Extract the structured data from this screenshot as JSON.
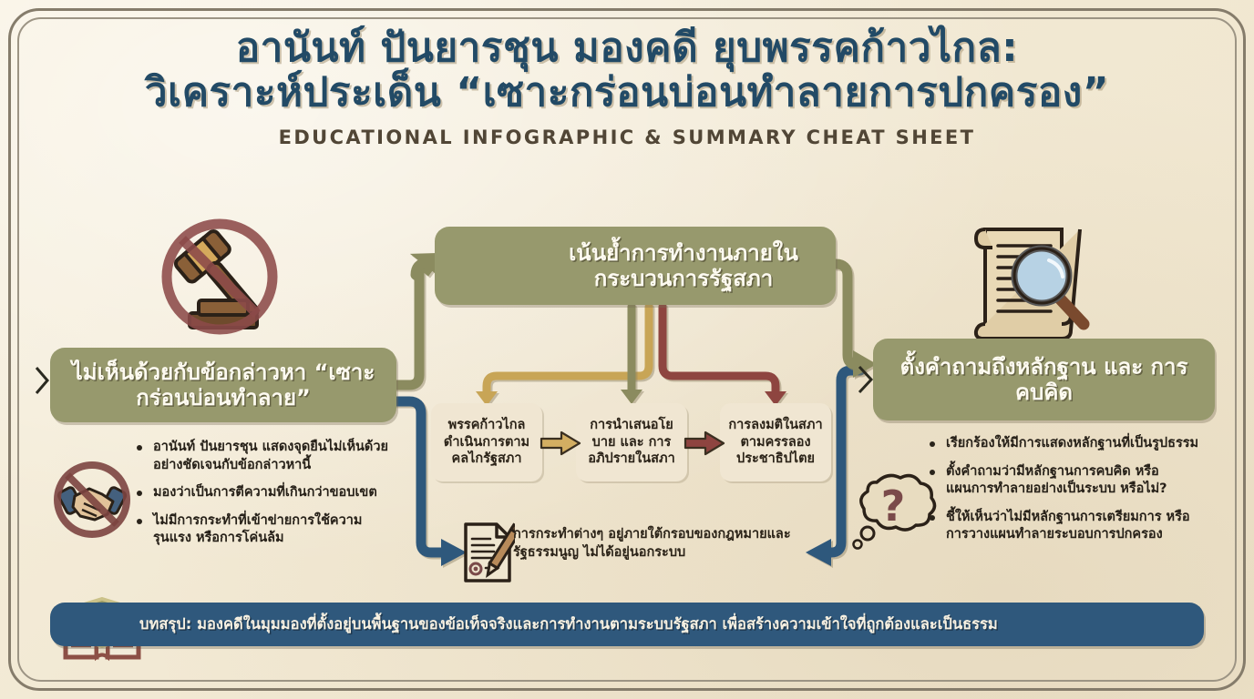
{
  "header": {
    "title_line1": "อานันท์ ปันยารชุน มองคดี ยุบพรรคก้าวไกล:",
    "title_line2": "วิเคราะห์ประเด็น “เซาะกร่อนบ่อนทำลายการปกครอง”",
    "subtitle": "EDUCATIONAL INFOGRAPHIC & SUMMARY CHEAT SHEET"
  },
  "left_panel": {
    "heading": "ไม่เห็นด้วยกับข้อกล่าวหา “เซาะกร่อนบ่อนทำลาย”",
    "bullets": [
      "อานันท์ ปันยารชุน แสดงจุดยืนไม่เห็นด้วยอย่างชัดเจนกับข้อกล่าวหานี้",
      "มองว่าเป็นการตีความที่เกินกว่าขอบเขต",
      "ไม่มีการกระทำที่เข้าข่ายการใช้ความรุนแรง หรือการโค่นล้ม"
    ]
  },
  "center_panel": {
    "heading": "เน้นย้ำการทำงานภายในกระบวนการรัฐสภา",
    "steps": [
      "พรรคก้าวไกลดำเนินการตามคลไกรัฐสภา",
      "การนำเสนอโยบาย และ การอภิปรายในสภา",
      "การลงมติในสภาตามครรลองประชาธิปไตย"
    ],
    "note": "การกระทำต่างๆ อยู่ภายใต้กรอบของกฎหมายและรัฐธรรมนูญ ไม่ได้อยู่นอกระบบ"
  },
  "right_panel": {
    "heading": "ตั้งคำถามถึงหลักฐาน และ การคบคิด",
    "bullets": [
      "เรียกร้องให้มีการแสดงหลักฐานที่เป็นรูปธรรม",
      "ตั้งคำถามว่ามีหลักฐานการคบคิด หรือแผนการทำลายอย่างเป็นระบบ หรือไม่?",
      "ชี้ให้เห็นว่าไม่มีหลักฐานการเตรียมการ หรือการวางแผนทำลายระบอบการปกครอง"
    ]
  },
  "footer": {
    "summary": "บทสรุป: มองคดีในมุมมองที่ตั้งอยู่บนพื้นฐานของข้อเท็จจริงและการทำงานตามระบบรัฐสภา เพื่อสร้างความเข้าใจที่ถูกต้องและเป็นธรรม"
  },
  "icons": {
    "gavel": "no-gavel-icon",
    "handshake": "no-handshake-icon",
    "parliament": "parliament-gears-icon",
    "scroll": "scroll-magnifier-icon",
    "thought": "thought-bubble-question-icon",
    "document": "document-pen-icon",
    "shield_book": "shield-book-icon"
  },
  "colors": {
    "background": "#f2e9d4",
    "olive": "#97996d",
    "navy": "#2f587c",
    "cream_box": "#f0e6d2",
    "gold_arrow": "#c8a557",
    "maroon_arrow": "#8e4440",
    "title_blue": "#224a66",
    "frame": "#857c6b"
  }
}
